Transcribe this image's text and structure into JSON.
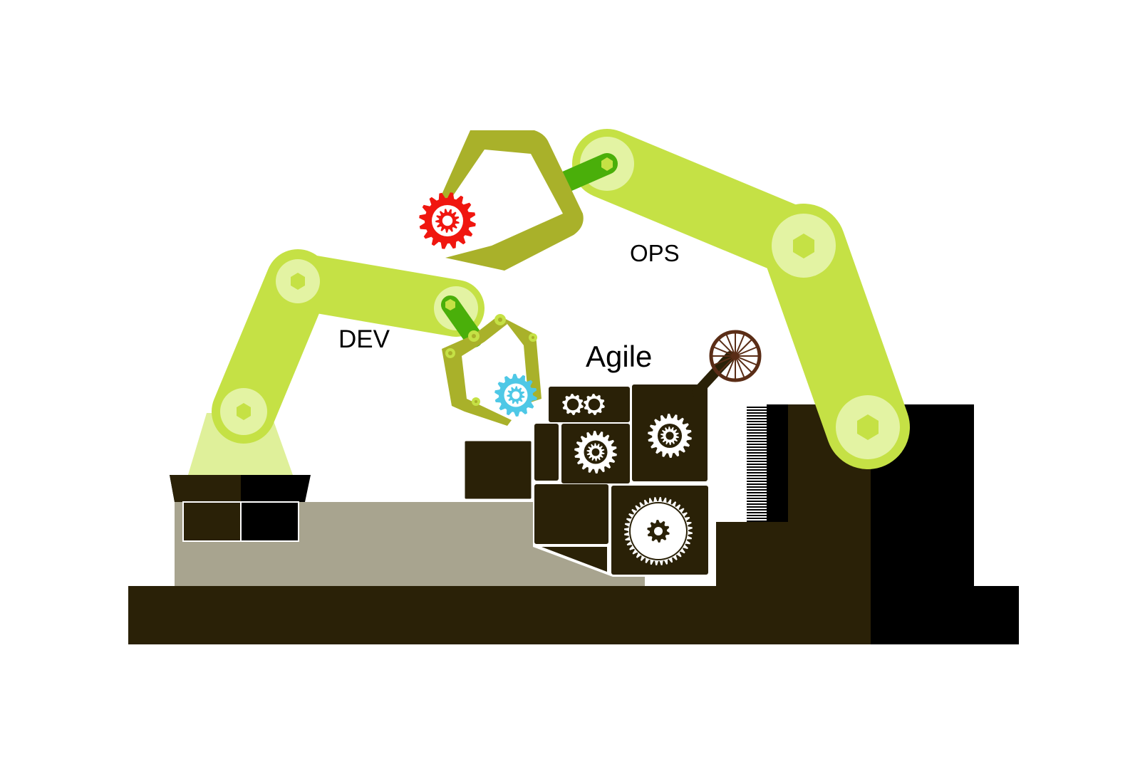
{
  "labels": {
    "dev": "DEV",
    "ops": "OPS",
    "agile": "Agile"
  },
  "colors": {
    "background": "#ffffff",
    "arm": "#c5e145",
    "arm_base_light": "#dff09a",
    "joint_light": "#e3f3a3",
    "claw": "#a9b12a",
    "connector": "#4aaf0a",
    "machine_dark": "#2a2107",
    "black": "#000000",
    "table": "#a8a48f",
    "gear_red": "#f0160f",
    "gear_blue": "#4ec8e6",
    "wheel_brown": "#5a2d16",
    "gear_white": "#ffffff"
  },
  "icons": [
    "gear-icon",
    "wheel-icon",
    "robot-arm-icon",
    "claw-icon"
  ]
}
